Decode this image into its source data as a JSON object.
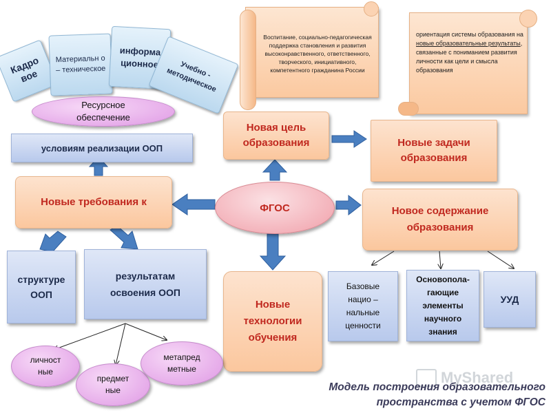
{
  "resource": {
    "kadrovoe": "Кадро вое",
    "material": "Материальн о – техническое",
    "inform": "информа ционное",
    "uchebno": "Учебно - методическое",
    "ellipse": "Ресурсное обеспечение"
  },
  "scroll_left": "Воспитание, социально-педагогическая поддержка становления и развития высоконравственного, ответственного, творческого, инициативного, компетентного гражданина России",
  "scroll_right": {
    "pre": "ориентация системы образования на ",
    "underlined": "новые образовательные результаты",
    "post": ", связанные с пониманием развития личности как цели и смысла образования"
  },
  "center": "ФГОС",
  "goal": "Новая цель образования",
  "tasks": "Новые задачи образования",
  "content": "Новое содержание образования",
  "technologies": "Новые технологии обучения",
  "requirements": "Новые требования к",
  "conditions": "условиям реализации ООП",
  "structure": "структуре ООП",
  "results": "результатам освоения ООП",
  "res_ellipses": [
    "личност ные",
    "предмет ные",
    "метапред метные"
  ],
  "content_boxes": [
    "Базовые нацио – нальные ценности",
    "Основопола- гающие элементы научного знания",
    "УУД"
  ],
  "caption": {
    "line1": "Модель построения образовательного",
    "line2": "пространства с учетом ФГОС"
  },
  "watermark": "MyShared",
  "colors": {
    "red": "#c0281f",
    "arrow": "#4a7fc0",
    "orange": "#fbc79e",
    "blue": "#b8c9ec",
    "ellipse": "#e4a6e8"
  }
}
